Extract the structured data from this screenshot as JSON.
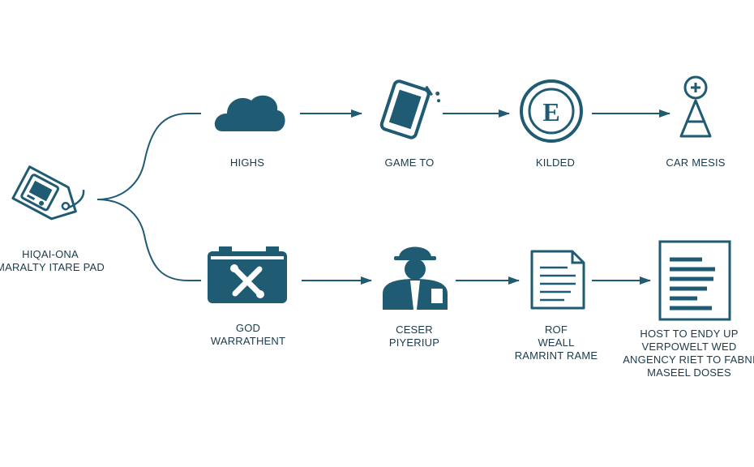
{
  "colors": {
    "primary": "#1f5b73",
    "stroke": "#1f5b73",
    "background": "#ffffff",
    "text": "#1b3a4b"
  },
  "source": {
    "icon": "tag-phone-icon",
    "label": [
      "HIQAI-ONA",
      "MARALTY ITARE PAD"
    ]
  },
  "top_row": [
    {
      "icon": "cloud-icon",
      "label": [
        "HIGHS"
      ]
    },
    {
      "icon": "phone-card-icon",
      "label": [
        "GAME TO"
      ]
    },
    {
      "icon": "coin-badge-icon",
      "label": [
        "KILDED"
      ]
    },
    {
      "icon": "hourglass-pin-icon",
      "label": [
        "CAR MESIS"
      ]
    }
  ],
  "bottom_row": [
    {
      "icon": "toolbox-icon",
      "label": [
        "GOD",
        "WARRATHENT"
      ]
    },
    {
      "icon": "worker-icon",
      "label": [
        "CESER",
        "PIYERIUP"
      ]
    },
    {
      "icon": "document-icon",
      "label": [
        "ROF",
        "WEALL",
        "RAMRINT RAME"
      ]
    },
    {
      "icon": "report-icon",
      "label": [
        "HOST TO ENDY UP",
        "VERPOWELT WED",
        "ANGENCY RIET TO FABNI",
        "MASEEL DOSES"
      ]
    }
  ],
  "badge_text": "E"
}
